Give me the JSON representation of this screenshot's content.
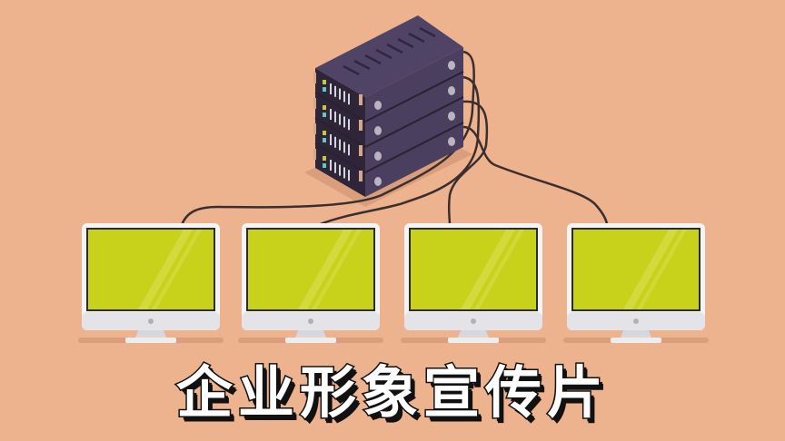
{
  "title": "企业形象宣传片",
  "colors": {
    "background": "#EDB38F",
    "server": "#4A3F5E",
    "server_dark": "#3A3049",
    "screen": "#C8D21A",
    "monitor_frame": "#F4F4F4",
    "cable": "#3A2E2E"
  },
  "illustration": {
    "server_units": 4,
    "monitors": 4,
    "icons": [
      "server-rack-icon",
      "monitor-icon"
    ]
  }
}
